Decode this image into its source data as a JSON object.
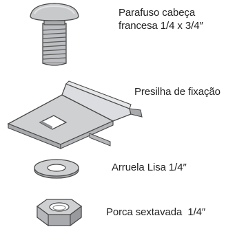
{
  "parts": [
    {
      "id": "bolt",
      "lines": [
        "Parafuso cabeça",
        "francesa 1/4 x 3/4″"
      ],
      "icon": "carriage-bolt-icon"
    },
    {
      "id": "clip",
      "lines": [
        "Presilha de fixação"
      ],
      "icon": "fixing-clip-icon"
    },
    {
      "id": "washer",
      "lines": [
        "Arruela Lisa 1/4″"
      ],
      "icon": "flat-washer-icon"
    },
    {
      "id": "nut",
      "lines": [
        "Porca sextavada  1/4″"
      ],
      "icon": "hex-nut-icon"
    }
  ],
  "colors": {
    "metal": "#c8c9cb",
    "metal_dark": "#9a9b9e",
    "metal_light": "#e2e3e5",
    "outline": "#4a4a4a",
    "text": "#222222"
  }
}
